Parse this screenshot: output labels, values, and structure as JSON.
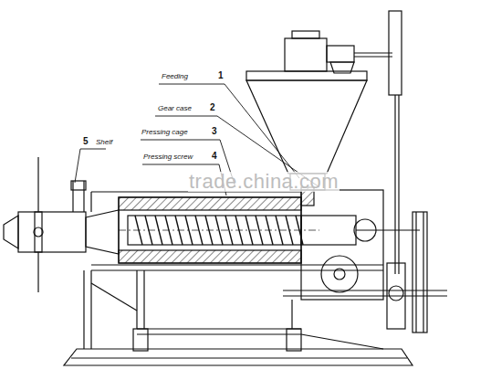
{
  "diagram": {
    "labels": [
      "Feeding",
      "1",
      "Gear case",
      "2",
      "Pressing cage",
      "3",
      "Pressing screw",
      "4",
      "5",
      "Shelf",
      "trade.china.com"
    ]
  }
}
